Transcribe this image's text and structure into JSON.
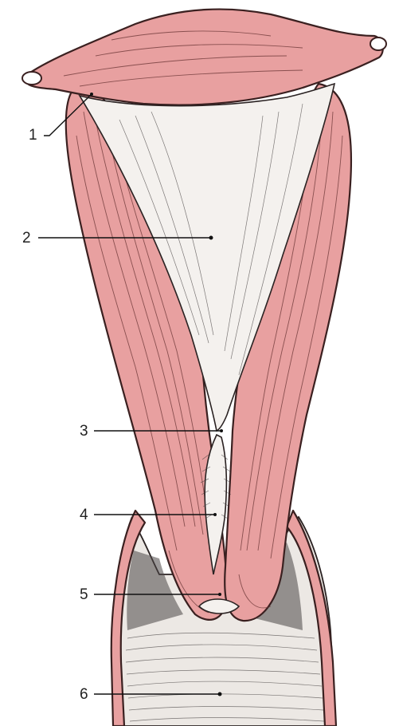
{
  "labels": [
    {
      "num": "1"
    },
    {
      "num": "2"
    },
    {
      "num": "3"
    },
    {
      "num": "4"
    },
    {
      "num": "5"
    },
    {
      "num": "6"
    }
  ],
  "colors": {
    "muscle": "#e8a0a0",
    "outline": "#3a2020",
    "cavity": "#f4f1ee",
    "background": "#ffffff"
  }
}
